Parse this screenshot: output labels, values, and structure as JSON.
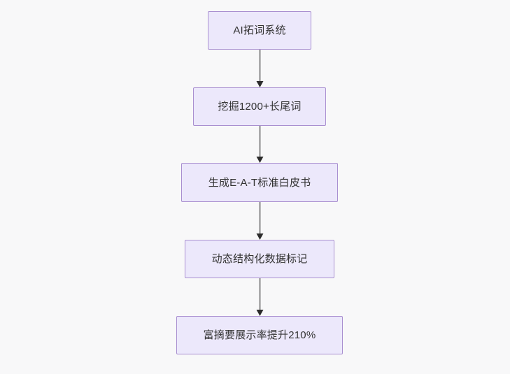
{
  "diagram": {
    "type": "flowchart",
    "direction": "top-to-bottom",
    "background_color": "#f8f8f9",
    "node_fill_color": "#ece8fb",
    "node_border_color": "#a98fd0",
    "node_text_color": "#333333",
    "edge_line_color": "#8a8a8a",
    "edge_arrow_color": "#2b2b2b",
    "nodes": [
      {
        "id": "n1",
        "label": "AI拓词系统"
      },
      {
        "id": "n2",
        "label": "挖掘1200+长尾词"
      },
      {
        "id": "n3",
        "label": "生成E-A-T标准白皮书"
      },
      {
        "id": "n4",
        "label": "动态结构化数据标记"
      },
      {
        "id": "n5",
        "label": "富摘要展示率提升210%"
      }
    ],
    "edges": [
      {
        "from": "n1",
        "to": "n2",
        "label": ""
      },
      {
        "from": "n2",
        "to": "n3",
        "label": ""
      },
      {
        "from": "n3",
        "to": "n4",
        "label": ""
      },
      {
        "from": "n4",
        "to": "n5",
        "label": ""
      }
    ]
  }
}
